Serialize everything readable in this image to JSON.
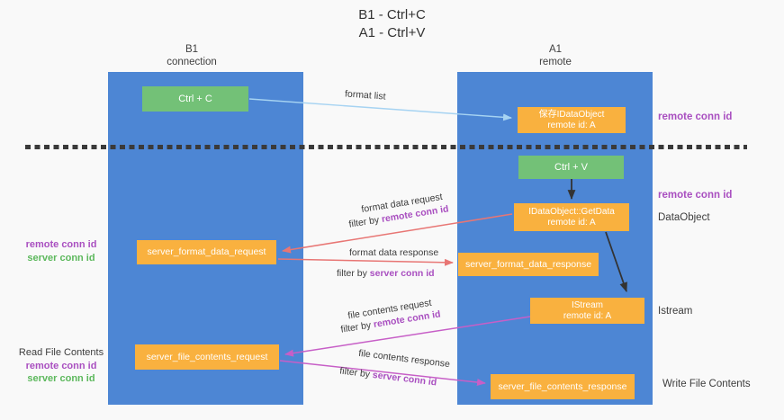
{
  "title": {
    "line1": "B1 - Ctrl+C",
    "line2": "A1 - Ctrl+V"
  },
  "lifelines": {
    "b1": {
      "name": "B1",
      "role": "connection"
    },
    "a1": {
      "name": "A1",
      "role": "remote"
    }
  },
  "nodes": {
    "ctrl_c": {
      "label": "Ctrl + C"
    },
    "save_obj": {
      "line1": "保存IDataObject",
      "line2": "remote id: A"
    },
    "ctrl_v": {
      "label": "Ctrl + V"
    },
    "getdata": {
      "line1": "IDataObject::GetData",
      "line2": "remote id: A"
    },
    "fmt_req": {
      "label": "server_format_data_request"
    },
    "fmt_resp": {
      "label": "server_format_data_response"
    },
    "istream": {
      "line1": "IStream",
      "line2": "remote id: A"
    },
    "file_req": {
      "label": "server_file_contents_request"
    },
    "file_resp": {
      "label": "server_file_contents_response"
    }
  },
  "annotations": {
    "right_save": "remote conn id",
    "right_getdata_conn": "remote conn id",
    "right_getdata_obj": "DataObject",
    "right_istream": "Istream",
    "right_write": "Write File Contents",
    "left_fmt_remote": "remote conn id",
    "left_fmt_server": "server conn id",
    "left_read": "Read File Contents",
    "left_file_remote": "remote conn id",
    "left_file_server": "server conn id"
  },
  "arrow_labels": {
    "format_list": "format list",
    "filter_by": "filter by ",
    "fmt_req_line1": "format data request",
    "fmt_req_filter": "remote conn id",
    "fmt_resp_line1": "format data response",
    "fmt_resp_filter": "server conn id",
    "file_req_line1": "file contents request",
    "file_req_filter": "remote conn id",
    "file_resp_line1": "file contents response",
    "file_resp_filter": "server conn id"
  },
  "colors": {
    "lifeline_blue": "#4d86d4",
    "node_green": "#73c177",
    "node_orange": "#f9b13f",
    "arrow_light_blue": "#a6d3f2",
    "arrow_red": "#e87674",
    "arrow_magenta": "#c75fc7",
    "arrow_black": "#333333",
    "label_purple": "#a94fc0",
    "label_green": "#5cb85c"
  }
}
